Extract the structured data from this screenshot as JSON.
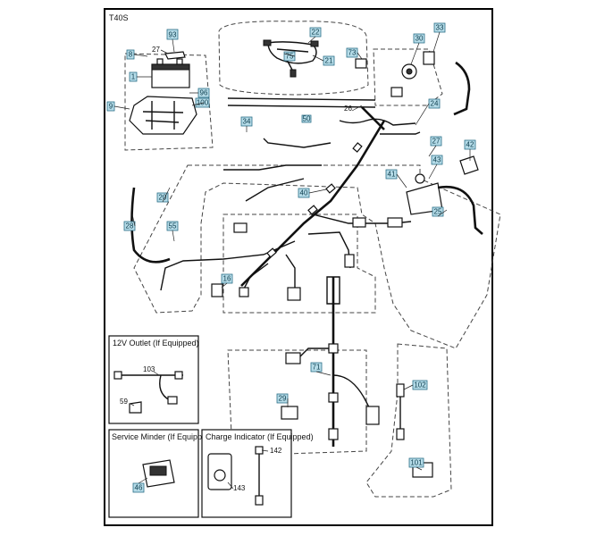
{
  "header": {
    "code": "T40S"
  },
  "insets": {
    "outlet": {
      "title": "12V Outlet (If Equipped)"
    },
    "minder": {
      "title": "Service Minder (If Equipped)"
    },
    "charge": {
      "title": "Charge Indicator (If Equipped)"
    }
  },
  "callouts": {
    "c93": "93",
    "c27a": "27",
    "c8": "8",
    "c1": "1",
    "c96": "96",
    "c100": "100",
    "c9": "9",
    "c22": "22",
    "c75": "75",
    "c21": "21",
    "c73": "73",
    "c30": "30",
    "c33": "33",
    "c26": "26",
    "c34": "34",
    "c50": "50",
    "c24": "24",
    "c27b": "27",
    "c42": "42",
    "c43": "43",
    "c41": "41",
    "c25": "25",
    "c20": "20",
    "c40": "40",
    "c28": "28",
    "c55": "55",
    "c16": "16",
    "c71": "71",
    "c29": "29",
    "c102": "102",
    "c101": "101",
    "c103": "103",
    "c59": "59",
    "c46": "46",
    "c142": "142",
    "c143": "143"
  }
}
